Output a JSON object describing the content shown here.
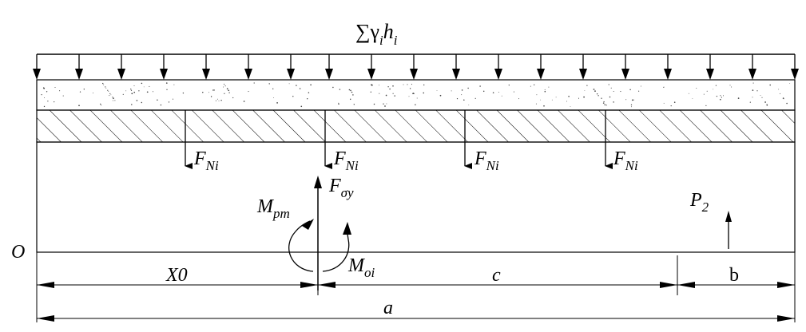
{
  "title_load": {
    "sym": "∑γ",
    "sub1": "i",
    "h": "h",
    "sub2": "i"
  },
  "force_label": {
    "main": "F",
    "sub": "Ni"
  },
  "force_sigma": {
    "main": "F",
    "sub": "σy"
  },
  "moment_pm": {
    "main": "M",
    "sub": "pm"
  },
  "moment_oi": {
    "main": "M",
    "sub": "oi"
  },
  "reaction_p2": {
    "main": "P",
    "sub": "2"
  },
  "origin": "O",
  "dims": {
    "x0": "X0",
    "c": "c",
    "b": "b",
    "a": "a"
  },
  "colors": {
    "line": "#000000",
    "background": "#ffffff"
  }
}
